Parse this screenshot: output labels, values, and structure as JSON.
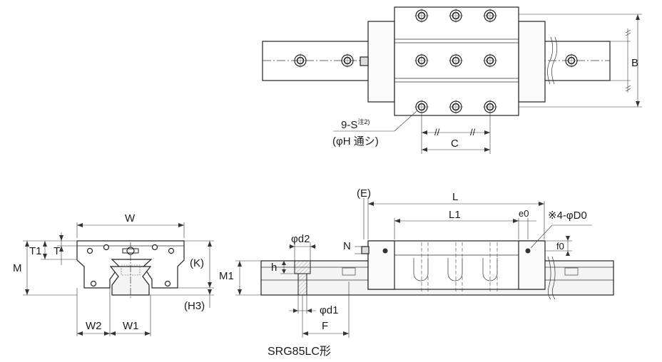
{
  "figure": {
    "model_caption": "SRG85LC形",
    "top_view": {
      "hole_note_line1": "9-S",
      "hole_note_sup": "注2)",
      "hole_note_line2": "(φH 通シ)",
      "dim_C": "C",
      "dim_B": "B"
    },
    "front_view": {
      "dim_W": "W",
      "dim_T1": "T1",
      "dim_T": "T",
      "dim_M": "M",
      "dim_K": "(K)",
      "dim_H3": "(H3)",
      "dim_W2": "W2",
      "dim_W1": "W1"
    },
    "side_view": {
      "dim_E": "(E)",
      "dim_L": "L",
      "dim_L1": "L1",
      "dim_e0": "e0",
      "dim_4D0": "※4-φD0",
      "dim_f0": "f0",
      "dim_N": "N",
      "dim_d2": "φd2",
      "dim_h": "h",
      "dim_M1": "M1",
      "dim_d1": "φd1",
      "dim_F": "F"
    }
  }
}
